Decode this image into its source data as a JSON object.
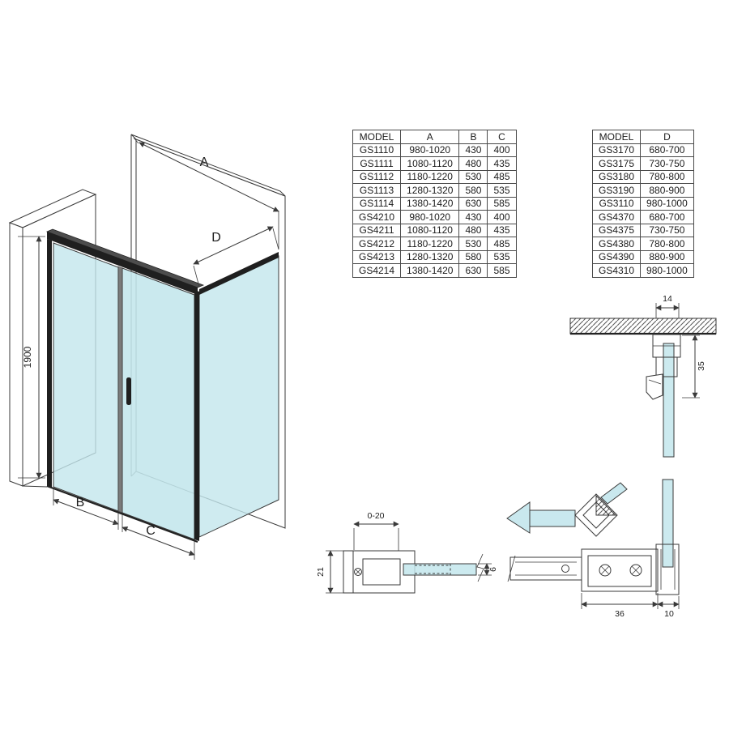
{
  "tables": {
    "size_table": {
      "headers": [
        "MODEL",
        "A",
        "B",
        "C"
      ],
      "rows": [
        [
          "GS1110",
          "980-1020",
          "430",
          "400"
        ],
        [
          "GS1111",
          "1080-1120",
          "480",
          "435"
        ],
        [
          "GS1112",
          "1180-1220",
          "530",
          "485"
        ],
        [
          "GS1113",
          "1280-1320",
          "580",
          "535"
        ],
        [
          "GS1114",
          "1380-1420",
          "630",
          "585"
        ],
        [
          "GS4210",
          "980-1020",
          "430",
          "400"
        ],
        [
          "GS4211",
          "1080-1120",
          "480",
          "435"
        ],
        [
          "GS4212",
          "1180-1220",
          "530",
          "485"
        ],
        [
          "GS4213",
          "1280-1320",
          "580",
          "535"
        ],
        [
          "GS4214",
          "1380-1420",
          "630",
          "585"
        ]
      ]
    },
    "depth_table": {
      "headers": [
        "MODEL",
        "D"
      ],
      "rows": [
        [
          "GS3170",
          "680-700"
        ],
        [
          "GS3175",
          "730-750"
        ],
        [
          "GS3180",
          "780-800"
        ],
        [
          "GS3190",
          "880-900"
        ],
        [
          "GS3110",
          "980-1000"
        ],
        [
          "GS4370",
          "680-700"
        ],
        [
          "GS4375",
          "730-750"
        ],
        [
          "GS4380",
          "780-800"
        ],
        [
          "GS4390",
          "880-900"
        ],
        [
          "GS4310",
          "980-1000"
        ]
      ]
    }
  },
  "dimensions": {
    "width_label": "A",
    "fixed_width_label": "B",
    "door_width_label": "C",
    "depth_label": "D",
    "height_label": "1900",
    "ceiling_profile_width": "14",
    "ceiling_profile_height": "35",
    "adjustment_range": "0-20",
    "wall_profile_depth": "21",
    "glass_thickness": "6",
    "bottom_profile_width": "36",
    "bottom_profile_side": "10"
  },
  "colors": {
    "glass": "#c3e6ec",
    "line": "#3a3a3a",
    "frame": "#1f1f1f"
  }
}
